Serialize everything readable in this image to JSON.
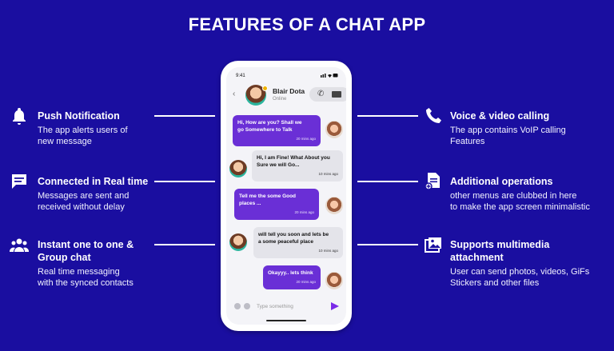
{
  "title": "FEATURES OF A CHAT APP",
  "colors": {
    "background": "#1a0ea0",
    "bubble_out": "#6a2fd6",
    "bubble_in": "#e4e4ea",
    "accent": "#7a2be8",
    "online": "#f0b300"
  },
  "features_left": [
    {
      "icon": "bell-icon",
      "title": "Push Notification",
      "desc": "The app alerts users of\nnew message"
    },
    {
      "icon": "chat-bubble-icon",
      "title": "Connected in Real time",
      "desc": "Messages are sent and\nreceived without delay"
    },
    {
      "icon": "users-icon",
      "title": "Instant one to one &\nGroup chat",
      "desc": "Real time messaging\nwith the synced contacts"
    }
  ],
  "features_right": [
    {
      "icon": "phone-icon",
      "title": "Voice & video calling",
      "desc": "The app contains VoIP calling\nFeatures"
    },
    {
      "icon": "document-add-icon",
      "title": "Additional operations",
      "desc": "other menus are clubbed in here\nto make the app screen minimalistic"
    },
    {
      "icon": "image-icon",
      "title": "Supports multimedia\nattachment",
      "desc": "User can send photos, videos, GiFs\nStickers and other files"
    }
  ],
  "phone": {
    "status_time": "9:41",
    "contact_name": "Blair Dota",
    "contact_status": "Online",
    "messages": [
      {
        "dir": "out",
        "text": "Hi, How are you? Shall we\ngo Somewhere to Talk",
        "time": "20 mins ago"
      },
      {
        "dir": "in",
        "text": "Hi, I am Fine! What About you\nSure we will Go...",
        "time": "10 mins ago"
      },
      {
        "dir": "out",
        "text": "Tell me the some Good\nplaces ...",
        "time": "20 mins ago"
      },
      {
        "dir": "in",
        "text": "will tell you soon and lets be\na some peaceful place",
        "time": "10 mins ago"
      },
      {
        "dir": "out",
        "text": "Okayyy.. lets think",
        "time": "20 mins ago"
      }
    ],
    "input_placeholder": "Type something"
  }
}
